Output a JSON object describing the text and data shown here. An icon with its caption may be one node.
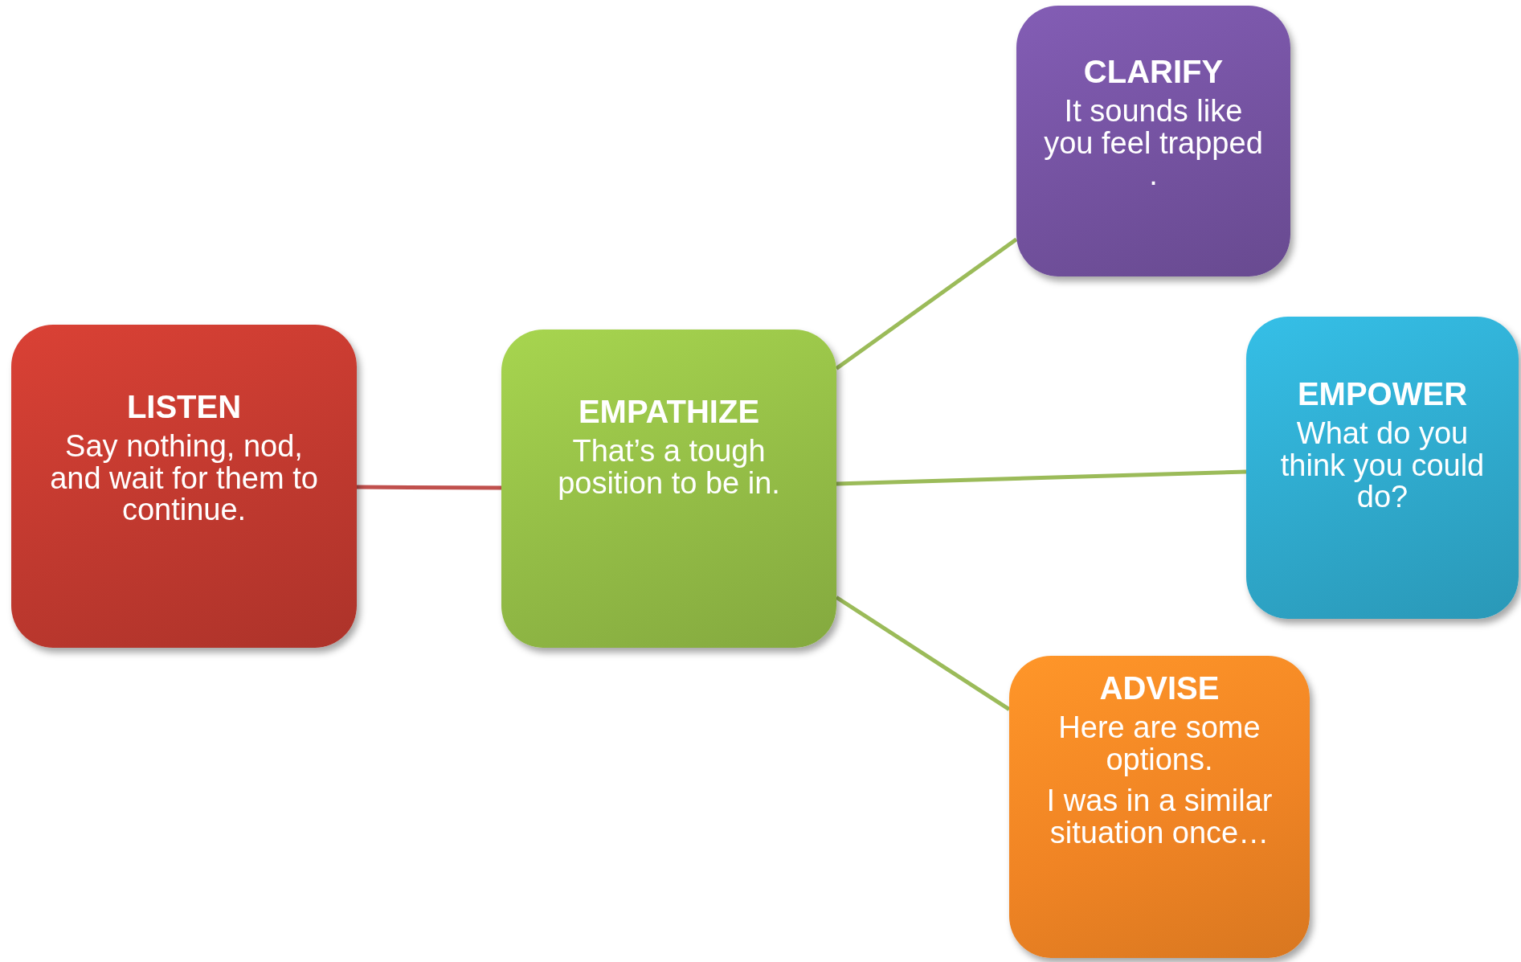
{
  "diagram": {
    "nodes": [
      {
        "text": [
          "LISTEN",
          "Say nothing, nod, and wait for them to continue."
        ]
      },
      {
        "text": [
          "EMPATHIZE",
          "That’s a tough position to be in."
        ]
      },
      {
        "text": [
          "CLARIFY",
          "It sounds like you feel trapped ."
        ]
      },
      {
        "text": [
          "EMPOWER",
          "What do you think you could do?"
        ]
      },
      {
        "text": [
          "ADVISE",
          "Here are some options.",
          "I was in a similar situation once…"
        ]
      }
    ],
    "edges": [
      {
        "from": 0,
        "to": 1,
        "arrow": "none",
        "color": "#c0504d"
      },
      {
        "from": 1,
        "to": 2,
        "arrow": "none"
      },
      {
        "from": 1,
        "to": 3,
        "arrow": "none"
      },
      {
        "from": 1,
        "to": 4,
        "arrow": "none"
      }
    ]
  }
}
